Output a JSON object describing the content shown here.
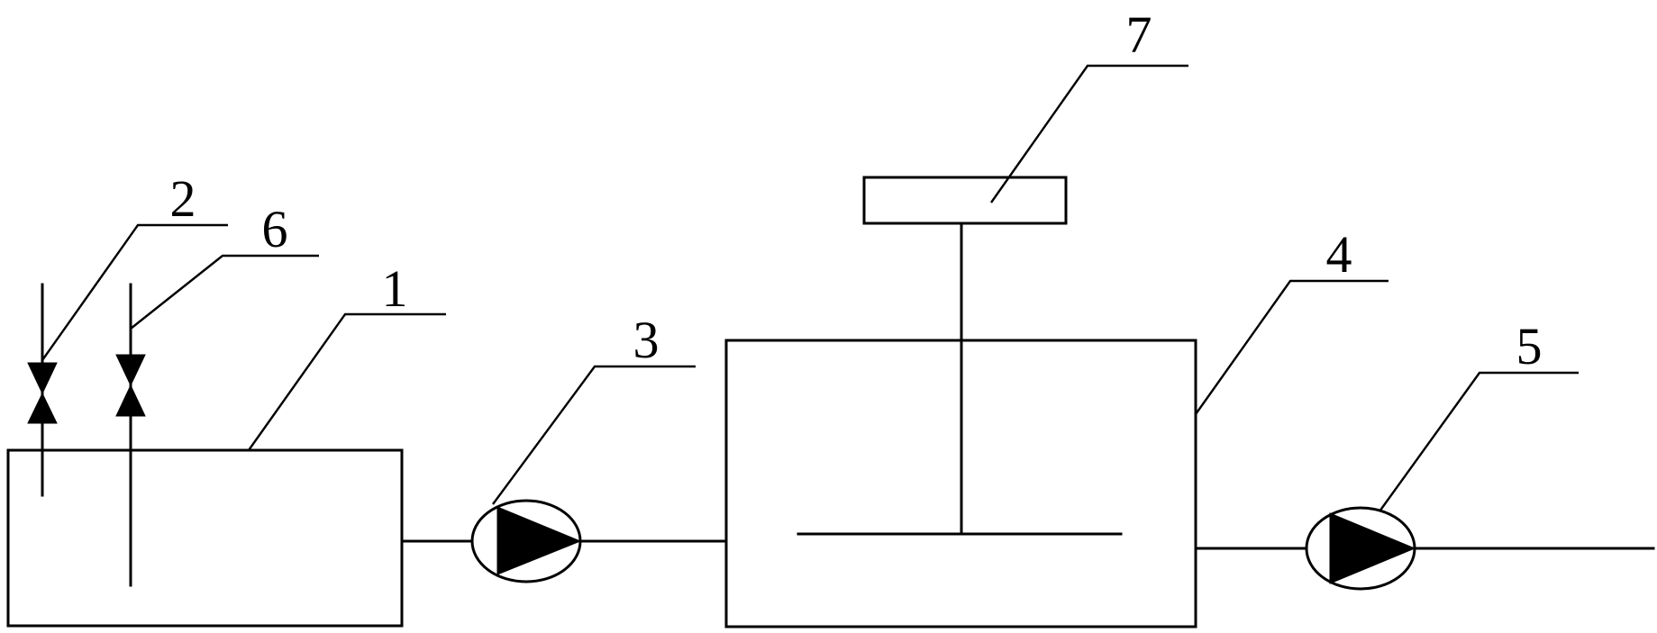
{
  "labels": {
    "tank": "1",
    "valve_a": "2",
    "pump_a": "3",
    "reactor": "4",
    "pump_b": "5",
    "valve_b": "6",
    "motor": "7"
  }
}
